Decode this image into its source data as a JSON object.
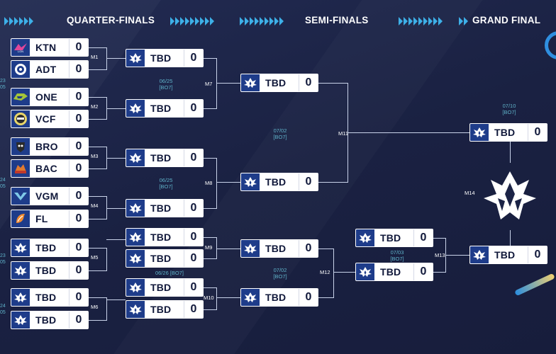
{
  "stages": {
    "quarter": "QUARTER-FINALS",
    "semi": "SEMI-FINALS",
    "final": "GRAND FINAL"
  },
  "colors": {
    "accent": "#3db0e8",
    "card_bg": "#1e3c8a",
    "page_bg": "#1b2346",
    "date": "#5fb2c9"
  },
  "r1": [
    {
      "match": "M1",
      "a": {
        "name": "KTN",
        "score": "0",
        "logo": "ktn-logo"
      },
      "b": {
        "name": "ADT",
        "score": "0",
        "logo": "adt-logo"
      }
    },
    {
      "match": "M2",
      "a": {
        "name": "ONE",
        "score": "0",
        "logo": "one-logo"
      },
      "b": {
        "name": "VCF",
        "score": "0",
        "logo": "vcf-logo"
      }
    },
    {
      "match": "M3",
      "a": {
        "name": "BRO",
        "score": "0",
        "logo": "bro-logo"
      },
      "b": {
        "name": "BAC",
        "score": "0",
        "logo": "bac-logo"
      }
    },
    {
      "match": "M4",
      "a": {
        "name": "VGM",
        "score": "0",
        "logo": "vgm-logo"
      },
      "b": {
        "name": "FL",
        "score": "0",
        "logo": "fl-logo"
      }
    },
    {
      "match": "M5",
      "a": {
        "name": "TBD",
        "score": "0",
        "logo": "league-icon"
      },
      "b": {
        "name": "TBD",
        "score": "0",
        "logo": "league-icon"
      }
    },
    {
      "match": "M6",
      "a": {
        "name": "TBD",
        "score": "0",
        "logo": "league-icon"
      },
      "b": {
        "name": "TBD",
        "score": "0",
        "logo": "league-icon"
      }
    }
  ],
  "qf": [
    {
      "name": "TBD",
      "score": "0"
    },
    {
      "name": "TBD",
      "score": "0"
    },
    {
      "name": "TBD",
      "score": "0"
    },
    {
      "name": "TBD",
      "score": "0"
    },
    {
      "name": "TBD",
      "score": "0"
    },
    {
      "name": "TBD",
      "score": "0"
    },
    {
      "name": "TBD",
      "score": "0"
    },
    {
      "name": "TBD",
      "score": "0"
    }
  ],
  "sf": [
    {
      "name": "TBD",
      "score": "0"
    },
    {
      "name": "TBD",
      "score": "0"
    },
    {
      "name": "TBD",
      "score": "0"
    },
    {
      "name": "TBD",
      "score": "0"
    }
  ],
  "lb": [
    {
      "name": "TBD",
      "score": "0"
    },
    {
      "name": "TBD",
      "score": "0"
    }
  ],
  "gf": [
    {
      "name": "TBD",
      "score": "0"
    },
    {
      "name": "TBD",
      "score": "0"
    }
  ],
  "matches": {
    "m7": "M7",
    "m8": "M8",
    "m9": "M9",
    "m10": "M10",
    "m11": "M11",
    "m12": "M12",
    "m13": "M13",
    "m14": "M14"
  },
  "dates": {
    "m7": {
      "date": "06/25",
      "fmt": "[BO7]"
    },
    "m8": {
      "date": "06/25",
      "fmt": "[BO7]"
    },
    "m9m10": {
      "date": "06/26",
      "fmt": "[BO7]"
    },
    "m11": {
      "date": "07/02",
      "fmt": "[BO7]"
    },
    "m12": {
      "date": "07/02",
      "fmt": "[BO7]"
    },
    "m13": {
      "date": "07/03",
      "fmt": "[BO7]"
    },
    "gf": {
      "date": "07/10",
      "fmt": "[BO7]"
    }
  },
  "side": [
    "23",
    "05",
    "24",
    "05",
    "23",
    "05",
    "24",
    "05"
  ]
}
